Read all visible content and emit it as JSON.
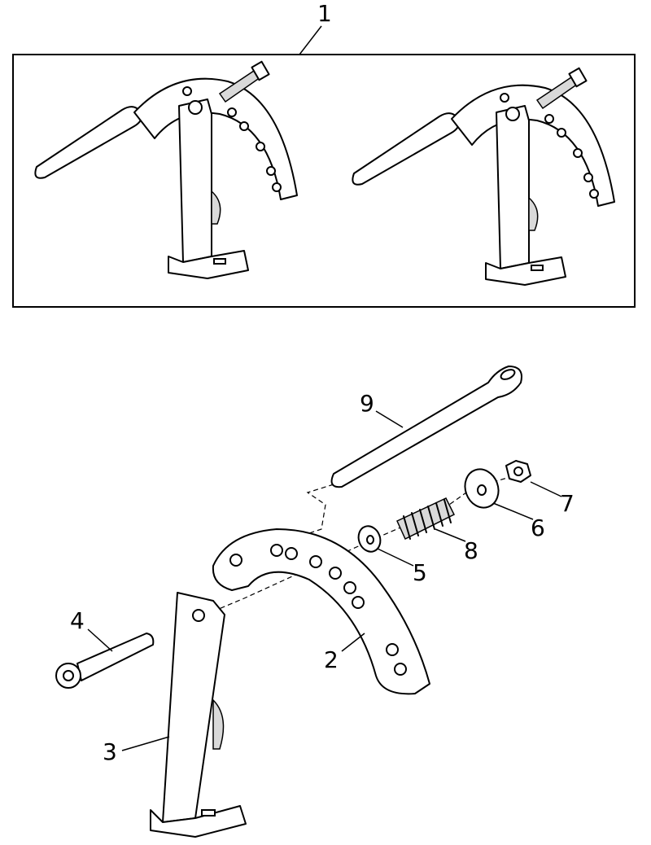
{
  "callouts": {
    "assembly": "1",
    "bracket_arc": "2",
    "mount_plate": "3",
    "bolt": "4",
    "washer_small": "5",
    "washer_large": "6",
    "nut": "7",
    "spring": "8",
    "handle": "9"
  }
}
